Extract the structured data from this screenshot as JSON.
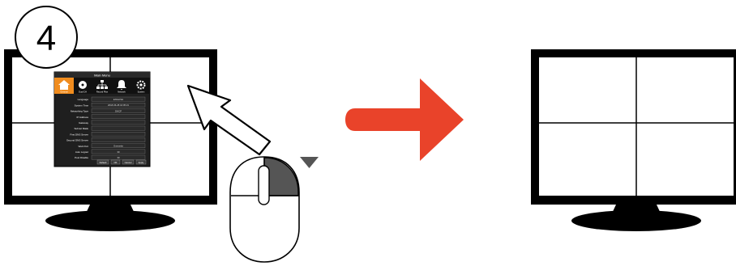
{
  "step": {
    "number": "4"
  },
  "dialog": {
    "title": "Main Menu",
    "tabs": [
      {
        "label": "General",
        "icon": "home-icon"
      },
      {
        "label": "Dual CH",
        "icon": "disc-icon"
      },
      {
        "label": "Record Plan",
        "icon": "network-tree-icon"
      },
      {
        "label": "Network",
        "icon": "bell-icon"
      },
      {
        "label": "System",
        "icon": "gear-icon"
      }
    ],
    "rows": [
      {
        "label": "Language",
        "value": "ENGLISH"
      },
      {
        "label": "System Time",
        "value": "2018-06-28 10:05:21"
      },
      {
        "label": "Networking Type",
        "value": "DHCP"
      },
      {
        "label": "IP Address",
        "value": ""
      },
      {
        "label": "Gateway",
        "value": ""
      },
      {
        "label": "Subnet Mask",
        "value": ""
      },
      {
        "label": "First DNS Server",
        "value": ""
      },
      {
        "label": "Second DNS Server",
        "value": ""
      },
      {
        "label": "Web Port",
        "value": "Overwrite"
      },
      {
        "label": "Auto Logout",
        "value": "30"
      },
      {
        "label": "Post Disable",
        "value": "30"
      }
    ],
    "buttons": [
      "Default",
      "OK",
      "Cancel",
      "Apply"
    ]
  },
  "colors": {
    "accent": "#f08c1e",
    "arrow": "#e9432a",
    "screen_frame": "#000000",
    "mouse_button": "#555555"
  }
}
